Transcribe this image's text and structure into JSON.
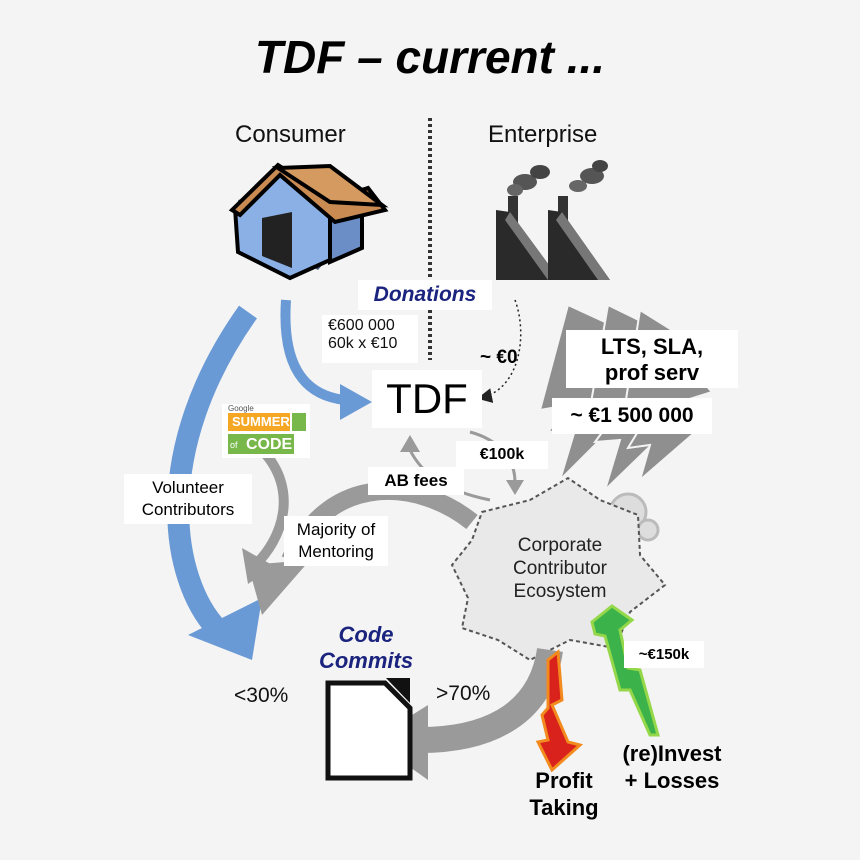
{
  "title": "TDF – current ...",
  "columns": {
    "left": "Consumer",
    "right": "Enterprise"
  },
  "labels": {
    "donations": "Donations",
    "donation_amount": "€600 000",
    "donation_detail": "60k x €10",
    "approx_zero": "~ €0",
    "tdf": "TDF",
    "lts": "LTS, SLA,",
    "prof_serv": "prof serv",
    "enterprise_amount": "~ €1 500 000",
    "fee_100k": "€100k",
    "ab_fees": "AB fees",
    "volunteer_1": "Volunteer",
    "volunteer_2": "Contributors",
    "mentoring_1": "Majority of",
    "mentoring_2": "Mentoring",
    "ecosystem_1": "Corporate",
    "ecosystem_2": "Contributor",
    "ecosystem_3": "Ecosystem",
    "code_1": "Code",
    "code_2": "Commits",
    "less_30": "<30%",
    "more_70": ">70%",
    "invest_150k": "~€150k",
    "profit_1": "Profit",
    "profit_2": "Taking",
    "reinvest_1": "(re)Invest",
    "reinvest_2": "+ Losses"
  },
  "gsoc": {
    "line1": "Google",
    "line2": "SUMMER",
    "line3": "of",
    "line4": "CODE"
  },
  "icons": [
    "house-icon",
    "factory-icon",
    "gear-icon",
    "document-icon",
    "gsoc-logo"
  ],
  "colors": {
    "blue_arrow": "#6a9ad6",
    "gray_arrow": "#9a9a9a",
    "red_arrow": "#d9221c",
    "green_arrow": "#3cb24a",
    "navy_text": "#1a237e"
  }
}
